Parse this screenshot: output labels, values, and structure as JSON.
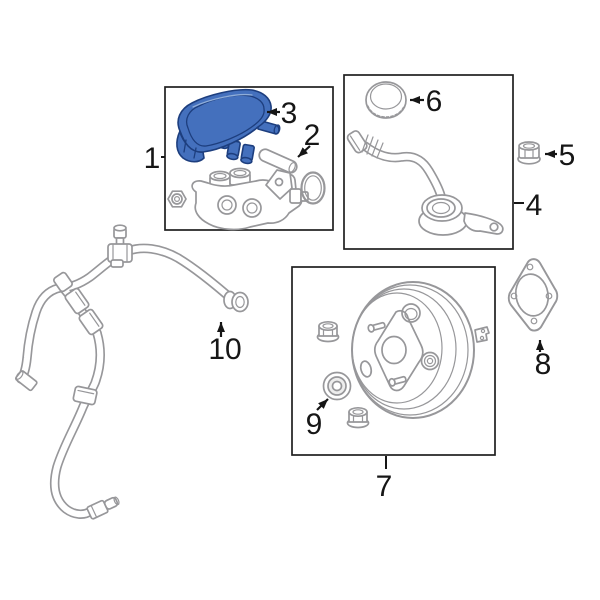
{
  "figure": {
    "type": "exploded-parts-diagram",
    "subject": "brake master cylinder, reservoir, booster, gasket and vacuum hose",
    "background": "#ffffff",
    "colors": {
      "highlight": "#4470bd",
      "highlight_dark": "#1d3e7e",
      "line_art": "#97979a",
      "frame": "#1f1f1f",
      "label": "#161616"
    },
    "callouts": [
      {
        "num": "1",
        "part": "master-cylinder-kit-box"
      },
      {
        "num": "2",
        "part": "reservoir-roll-pin"
      },
      {
        "num": "3",
        "part": "fluid-reservoir-highlighted"
      },
      {
        "num": "4",
        "part": "filler-tube-box"
      },
      {
        "num": "5",
        "part": "mounting-nut"
      },
      {
        "num": "6",
        "part": "reservoir-cap"
      },
      {
        "num": "7",
        "part": "brake-booster-box"
      },
      {
        "num": "8",
        "part": "booster-gasket"
      },
      {
        "num": "9",
        "part": "booster-grommet"
      },
      {
        "num": "10",
        "part": "vacuum-hose-assembly"
      }
    ]
  }
}
